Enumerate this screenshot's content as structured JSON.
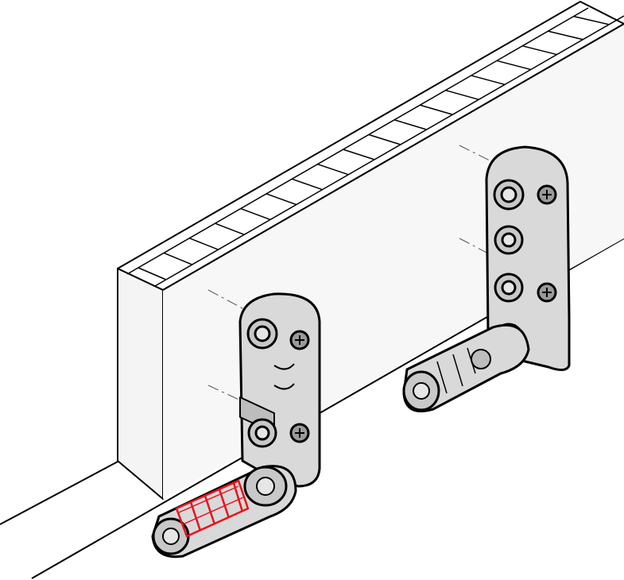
{
  "colors": {
    "outline": "#000000",
    "panel_face": "#f2f2f2",
    "panel_top": "#ffffff",
    "fitting_fill": "#d9d9d9",
    "fitting_dark": "#9a9a9a",
    "highlight": "#e8121b"
  },
  "icons": [
    "panel-board",
    "connector-fitting-left",
    "connector-fitting-right",
    "expanding-dowel-highlighted",
    "expanding-dowel",
    "screw-head"
  ]
}
